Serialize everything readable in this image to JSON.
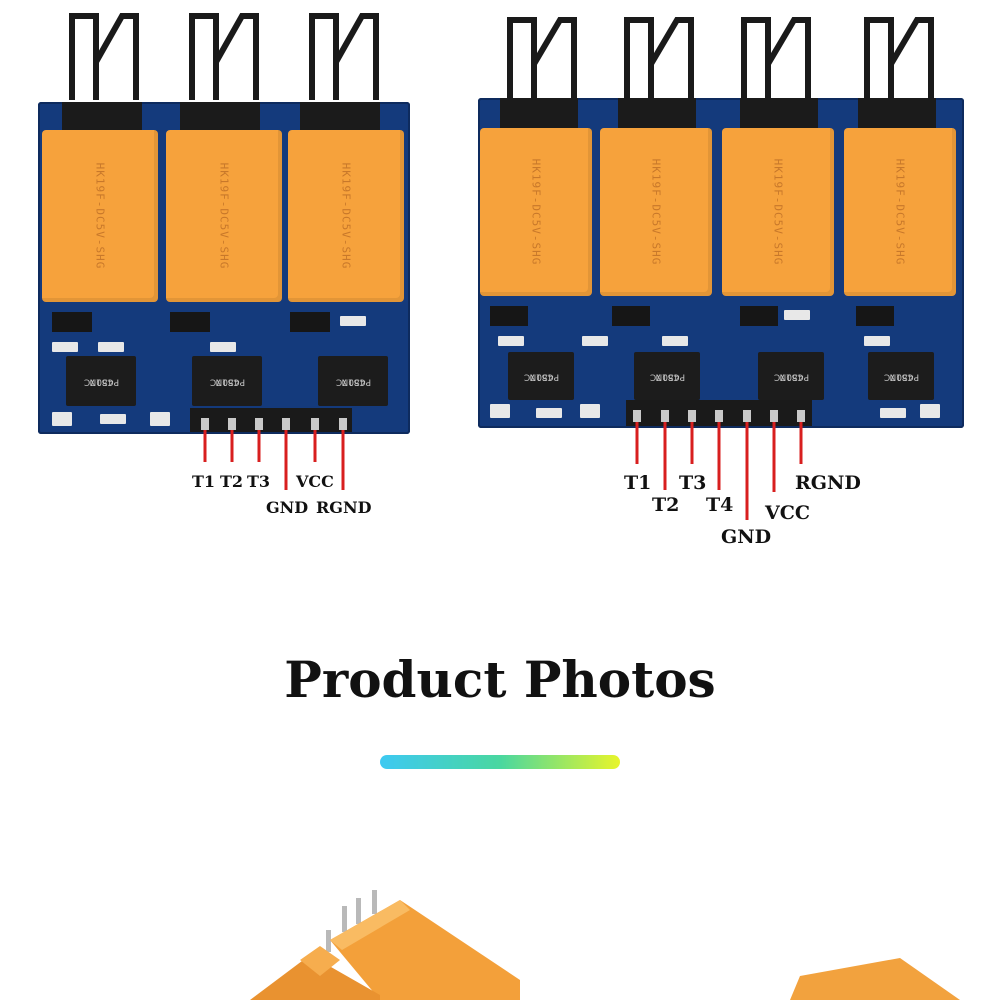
{
  "chips": {
    "line1": "PC817C",
    "line2": "450N"
  },
  "relay_marking": "HK19F-DC5V-SHG",
  "labels_3ch": {
    "t1": "T1",
    "t2": "T2",
    "t3": "T3",
    "gnd": "GND",
    "vcc": "VCC",
    "rgnd": "RGND"
  },
  "labels_4ch": {
    "t1": "T1",
    "t2": "T2",
    "t3": "T3",
    "t4": "T4",
    "gnd": "GND",
    "vcc": "VCC",
    "rgnd": "RGND"
  },
  "section_title": "Product Photos",
  "colors": {
    "pcb": "#143a7c",
    "relay": "#f6a23c",
    "wire_red": "#d81f1f",
    "gradient_start": "#3ec9f2",
    "gradient_end": "#e8f52a"
  }
}
